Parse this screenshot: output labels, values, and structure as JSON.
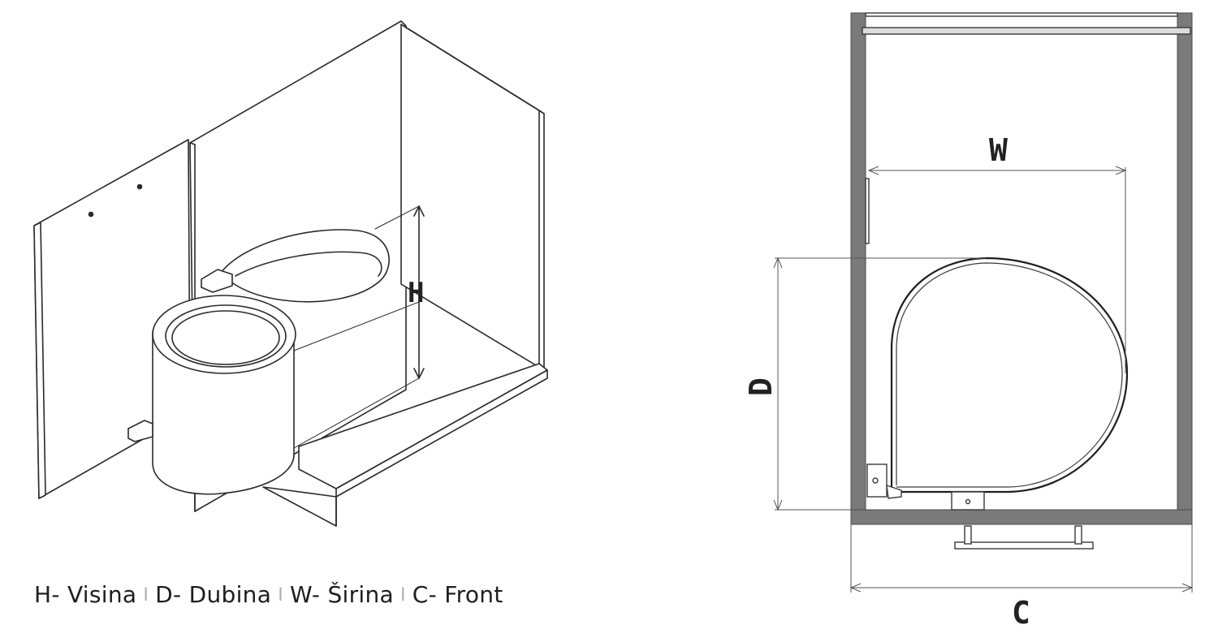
{
  "diagram": {
    "left_view": {
      "dimension_label": "H"
    },
    "right_view": {
      "dimension_labels": {
        "width": "W",
        "depth": "D",
        "front": "C"
      }
    },
    "legend": {
      "items": [
        {
          "text": "H- Visina"
        },
        {
          "text": "D- Dubina"
        },
        {
          "text": "W- Širina"
        },
        {
          "text": "C- Front"
        }
      ],
      "separator": "I"
    },
    "colors": {
      "line": "#2a2a2a",
      "panel": "#7a7a7a",
      "background": "#ffffff"
    }
  }
}
